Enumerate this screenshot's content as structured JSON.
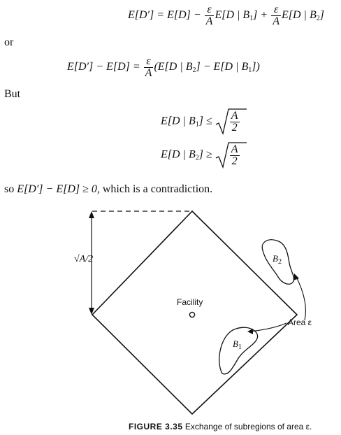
{
  "equations": {
    "eq1": {
      "lhs": "E[D′] = E[D] −",
      "frac_num": "ε",
      "frac_den": "A",
      "term1": "E[D | B",
      "sub1": "1",
      "mid": "] +",
      "term2": "E[D | B",
      "sub2": "2",
      "end": "]"
    },
    "eq2": {
      "lhs": "E[D′] − E[D] =",
      "frac_num": "ε",
      "frac_den": "A",
      "rhs_a": "(E[D | B",
      "sub_a": "2",
      "rhs_b": "] − E[D | B",
      "sub_b": "1",
      "rhs_c": "])"
    },
    "ineq1": {
      "lhs": "E[D | B",
      "sub": "1",
      "rel": "] ≤",
      "frac_num": "A",
      "frac_den": "2"
    },
    "ineq2": {
      "lhs": "E[D | B",
      "sub": "2",
      "rel": "] ≥",
      "frac_num": "A",
      "frac_den": "2"
    }
  },
  "prose": {
    "or": "or",
    "but": "But",
    "conclusion_math": "E[D′] − E[D] ≥ 0,",
    "conclusion_pre": "so",
    "conclusion_post": "which is a contradiction."
  },
  "figure": {
    "side_label": "√A/2",
    "facility_label": "Facility",
    "b1_label": "B",
    "b1_sub": "1",
    "b2_label": "B",
    "b2_sub": "2",
    "area_label": "Area ε",
    "caption_number": "FIGURE 3.35",
    "caption_text": "Exchange of subregions of area ε."
  }
}
